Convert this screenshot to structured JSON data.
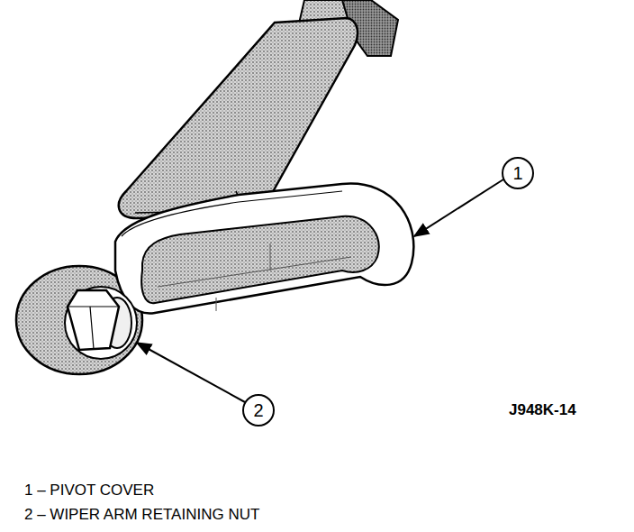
{
  "diagram": {
    "labels": [
      "1",
      "2",
      "J948K-14",
      "1 – PIVOT COVER",
      "2 – WIPER ARM RETAINING NUT"
    ]
  }
}
